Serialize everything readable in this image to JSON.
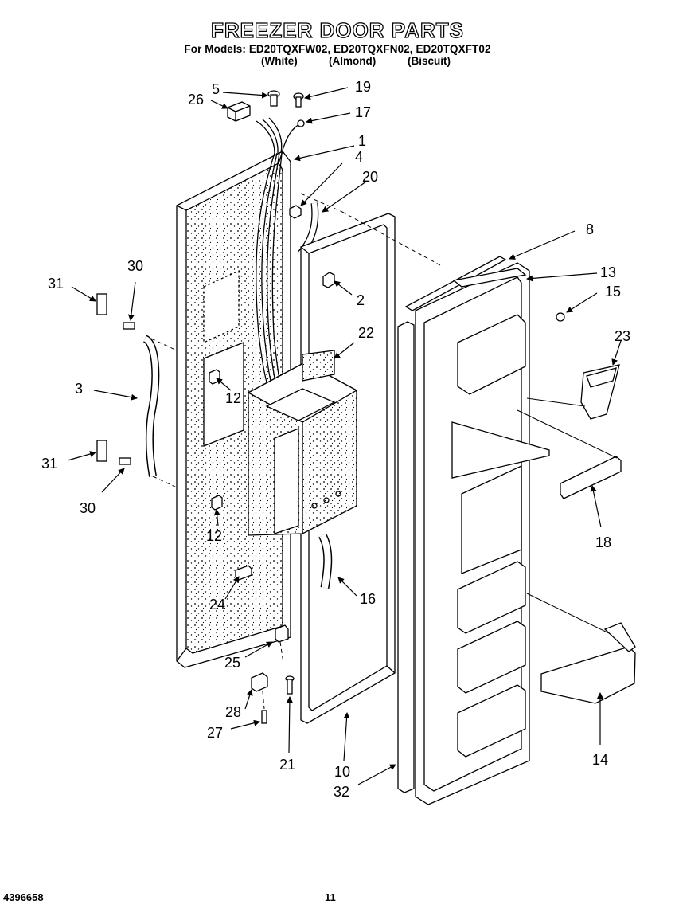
{
  "header": {
    "title": "FREEZER DOOR PARTS",
    "models_line": "For Models: ED20TQXFW02, ED20TQXFN02, ED20TQXFT02",
    "colors": [
      "(White)",
      "(Almond)",
      "(Biscuit)"
    ]
  },
  "callouts": {
    "c1": "1",
    "c2": "2",
    "c3": "3",
    "c4": "4",
    "c5": "5",
    "c8": "8",
    "c10": "10",
    "c12a": "12",
    "c12b": "12",
    "c13": "13",
    "c14": "14",
    "c15": "15",
    "c16": "16",
    "c17": "17",
    "c18": "18",
    "c19": "19",
    "c20": "20",
    "c21": "21",
    "c22": "22",
    "c23": "23",
    "c24": "24",
    "c25": "25",
    "c26": "26",
    "c27": "27",
    "c28": "28",
    "c30a": "30",
    "c30b": "30",
    "c31a": "31",
    "c31b": "31",
    "c32": "32"
  },
  "footer": {
    "doc_number": "4396658",
    "page_number": "11"
  }
}
